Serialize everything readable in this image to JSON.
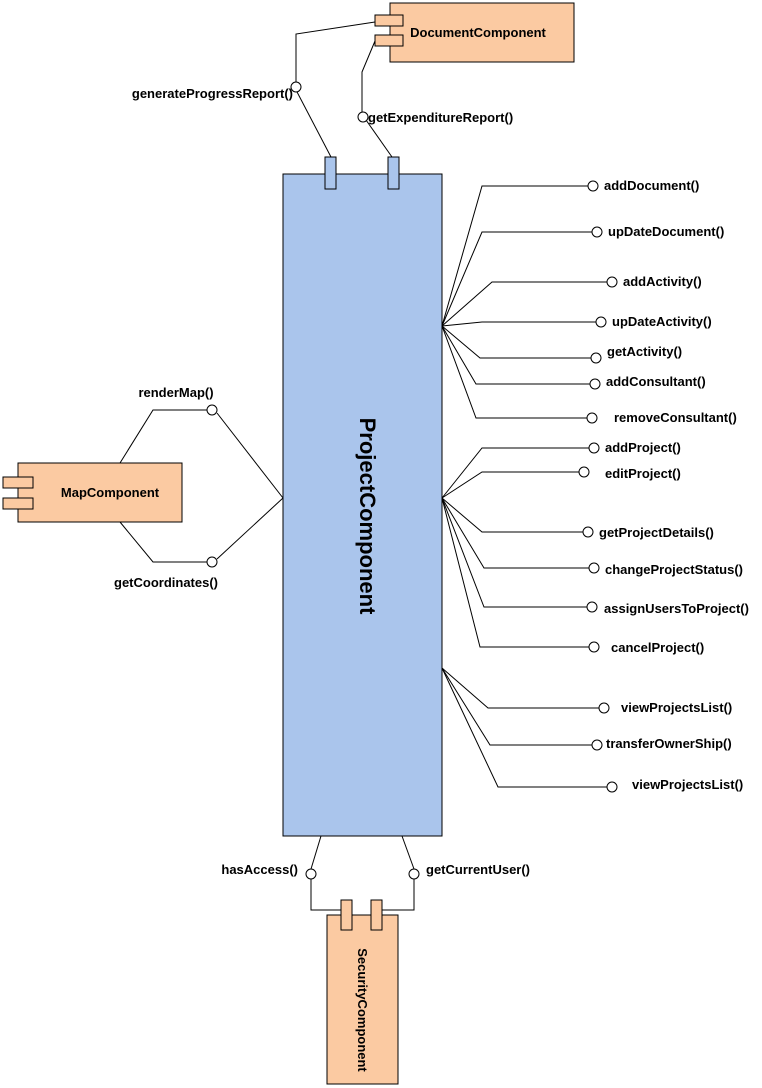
{
  "colors": {
    "project_fill": "#aac5ec",
    "component_fill": "#fbcaa2",
    "stroke": "#000000"
  },
  "components": {
    "project": "ProjectComponent",
    "document": "DocumentComponent",
    "map": "MapComponent",
    "security": "SecurityComponent"
  },
  "document_interfaces": {
    "progress_report": "generateProgressReport()",
    "expenditure_report": "getExpenditureReport()"
  },
  "map_interfaces": {
    "render_map": "renderMap()",
    "get_coordinates": "getCoordinates()"
  },
  "security_interfaces": {
    "has_access": "hasAccess()",
    "current_user": "getCurrentUser()"
  },
  "provided_interfaces": [
    "addDocument()",
    "upDateDocument()",
    "addActivity()",
    "upDateActivity()",
    "getActivity()",
    "addConsultant()",
    "removeConsultant()",
    "addProject()",
    "editProject()",
    "getProjectDetails()",
    "changeProjectStatus()",
    "assignUsersToProject()",
    "cancelProject()",
    "viewProjectsList()",
    "transferOwnerShip()",
    "viewProjectsList()"
  ]
}
